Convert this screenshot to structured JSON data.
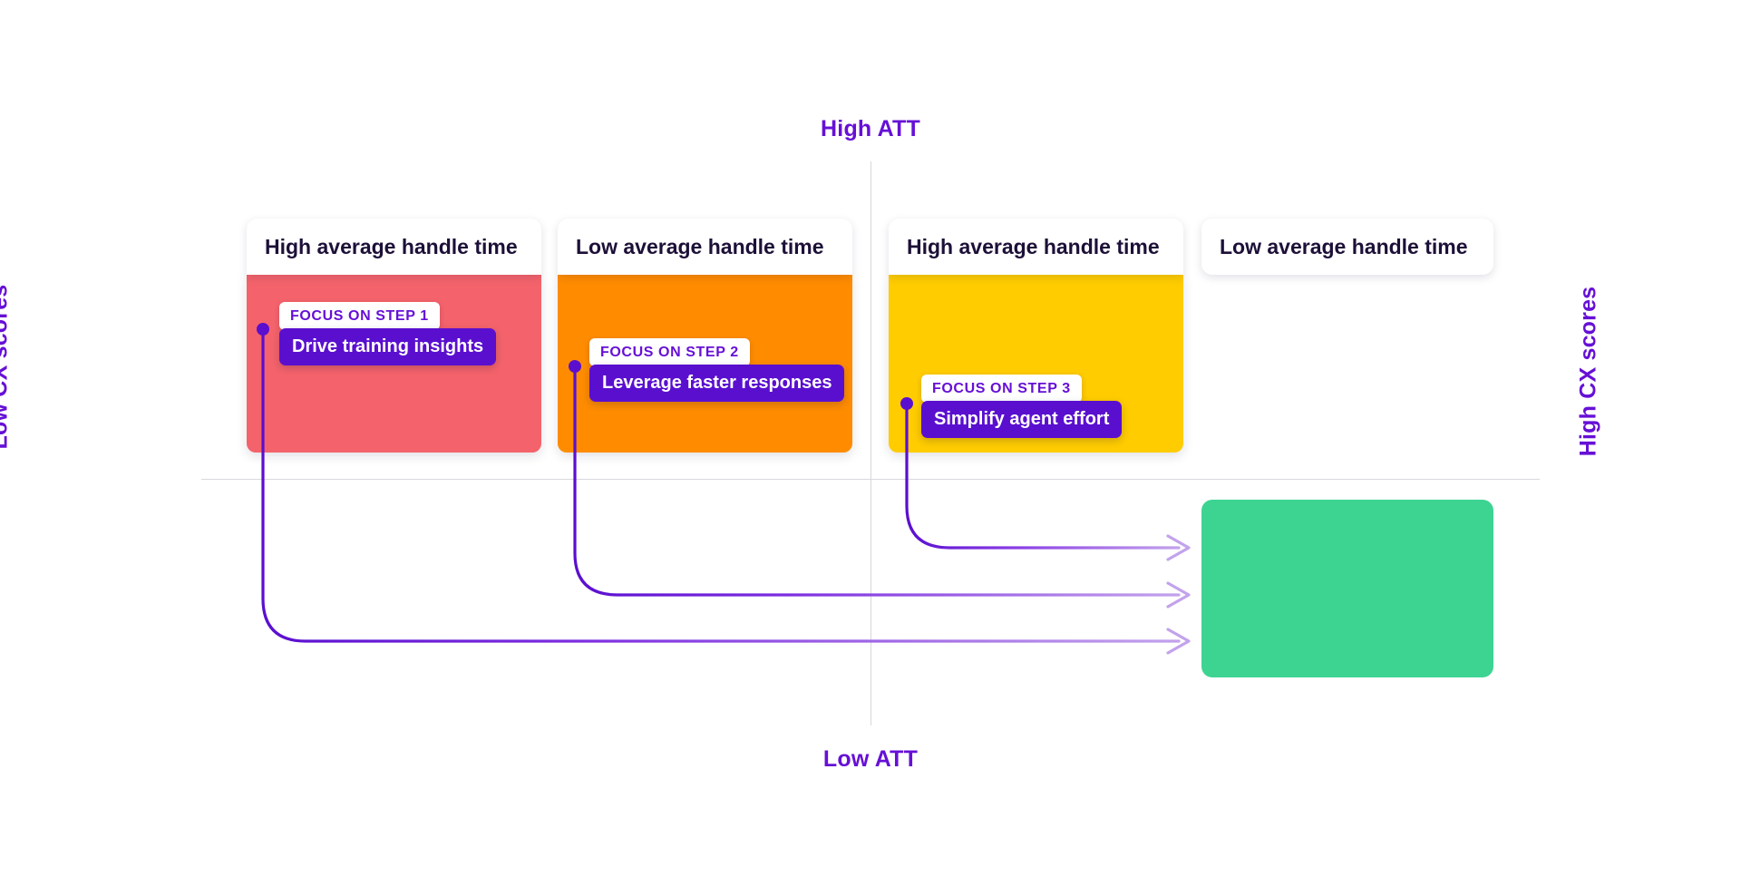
{
  "axes": {
    "top_label": "High ATT",
    "bottom_label": "Low ATT",
    "left_label": "Low CX scores",
    "right_label": "High CX scores",
    "accent_color": "#6610d6",
    "line_color": "#d8d8dd"
  },
  "quadrants": [
    {
      "header": "High average handle time",
      "block_color": "#f4636b",
      "has_block": true
    },
    {
      "header": "Low average handle time",
      "block_color": "#ff8c00",
      "has_block": true
    },
    {
      "header": "High average handle time",
      "block_color": "#ffcc00",
      "has_block": true
    },
    {
      "header": "Low average handle time",
      "block_color": "",
      "has_block": false
    }
  ],
  "steps": [
    {
      "step_label": "FOCUS ON STEP 1",
      "action_label": "Drive training insights"
    },
    {
      "step_label": "FOCUS ON STEP 2",
      "action_label": "Leverage faster responses"
    },
    {
      "step_label": "FOCUS ON STEP 3",
      "action_label": "Simplify agent effort"
    }
  ],
  "target": {
    "color": "#3dd492",
    "name": "high-cx-low-att-opportunity"
  },
  "connector": {
    "start_color": "#5a0fcf",
    "end_color": "#c3a2ec"
  }
}
